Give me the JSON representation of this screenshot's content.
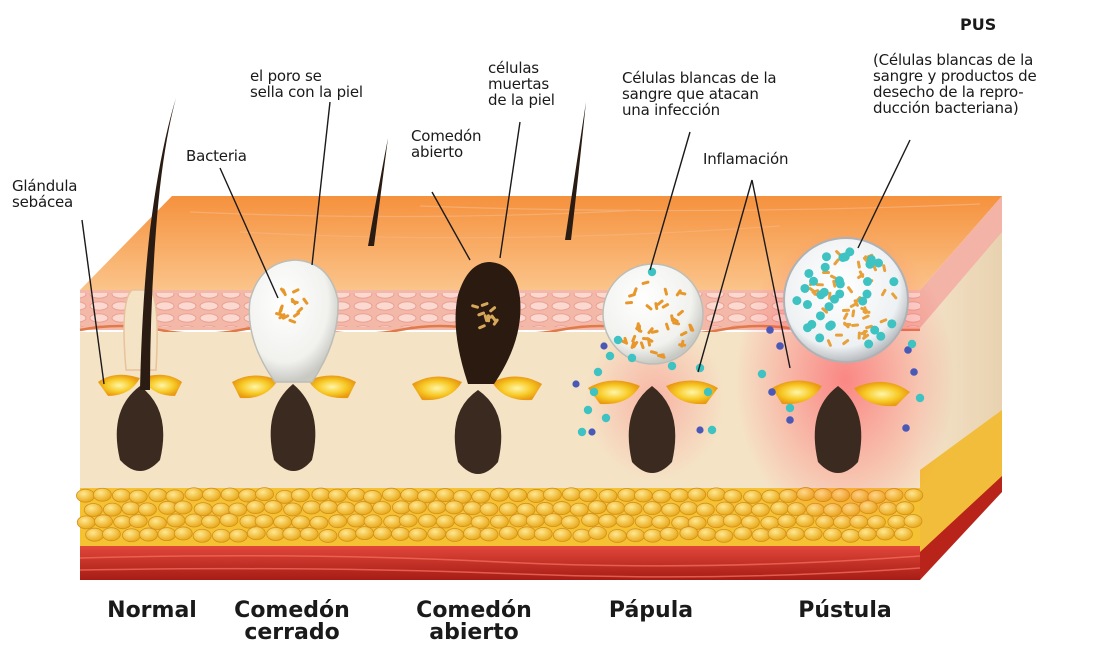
{
  "annotations": {
    "glandula": "Glándula\nsebácea",
    "bacteria": "Bacteria",
    "poro": "el poro se\nsella con la piel",
    "comedon_abierto_note": "Comedón\nabierto",
    "celulas_muertas": "células\nmuertas\nde la piel",
    "celulas_blancas": "Células blancas de la\nsangre que atacan\nuna infección",
    "inflamacion": "Inflamación",
    "pus_title": "PUS",
    "pus_desc": "(Células blancas de la\nsangre y productos de\ndesecho de la repro-\nducción bacteriana)"
  },
  "stages": [
    {
      "label": "Normal"
    },
    {
      "label": "Comedón\ncerrado"
    },
    {
      "label": "Comedón\nabierto"
    },
    {
      "label": "Pápula"
    },
    {
      "label": "Pústula"
    }
  ],
  "colors": {
    "skin_top": "#f7a55a",
    "skin_pink": "#f4b8a8",
    "dermis": "#f5e1c4",
    "fat": "#f4c233",
    "muscle": "#c8281e",
    "follicle": "#3b2a1f",
    "hair": "#2a1c12",
    "white_cell": "#4fc7c7",
    "inflammation": "#e8364a"
  }
}
